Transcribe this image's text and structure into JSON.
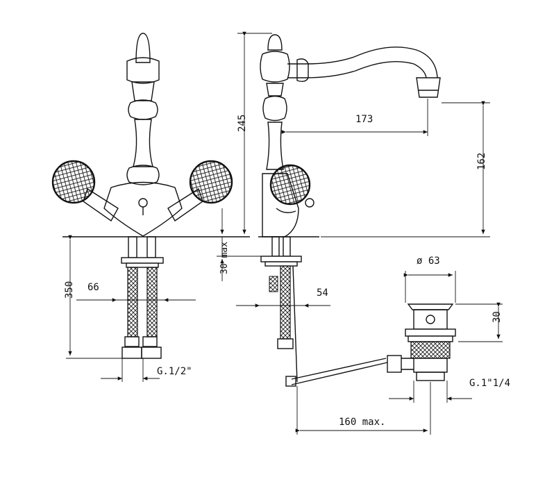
{
  "dimensions": {
    "height_245": "245",
    "spout_reach_173": "173",
    "spout_height_162": "162",
    "below_deck_350": "350",
    "center_66": "66",
    "counter_max_30": "30 max",
    "tail_54": "54",
    "inlet_thread": "G.1/2\"",
    "waste_diameter": "ø 63",
    "waste_height_30": "30",
    "waste_thread": "G.1\"1/4",
    "rod_160": "160 max."
  }
}
